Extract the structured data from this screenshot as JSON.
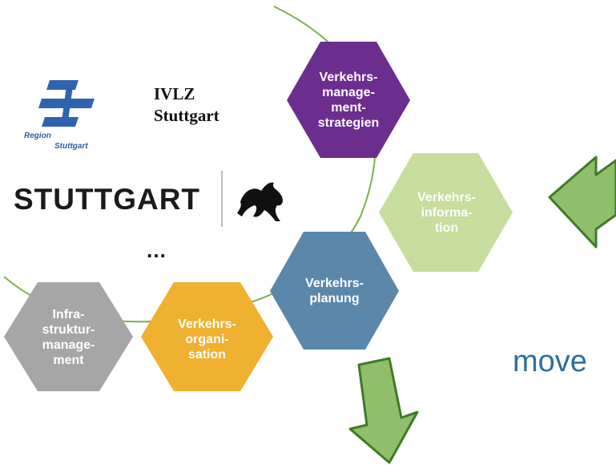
{
  "logos": {
    "region_top": "Region",
    "region_bottom": "Stuttgart",
    "ivlz_title": "IVLZ\nStuttgart",
    "city_wordmark": "STUTTGART",
    "ellipsis": "…",
    "move_text": "move"
  },
  "hexagons": [
    {
      "id": "verkehrsmanagementstrategien",
      "label": "Verkehrs-\nmanage-\nment-\nstrategien",
      "color": "#6b2e8e"
    },
    {
      "id": "verkehrsinformation",
      "label": "Verkehrs-\ninforma-\ntion",
      "color": "#c6dd9e"
    },
    {
      "id": "verkehrsplanung",
      "label": "Verkehrs-\nplanung",
      "color": "#5b88aa"
    },
    {
      "id": "verkehrsorganisation",
      "label": "Verkehrs-\norgani-\nsation",
      "color": "#f0b030"
    },
    {
      "id": "infrastrukturmanagement",
      "label": "Infra-\nstruktur-\nmanage-\nment",
      "color": "#a6a6a6"
    }
  ],
  "colors": {
    "curve": "#7bb34a",
    "arrow_fill": "#8fbf6a",
    "arrow_stroke": "#3f7a2a",
    "region_logo_blue": "#2f63b0"
  }
}
